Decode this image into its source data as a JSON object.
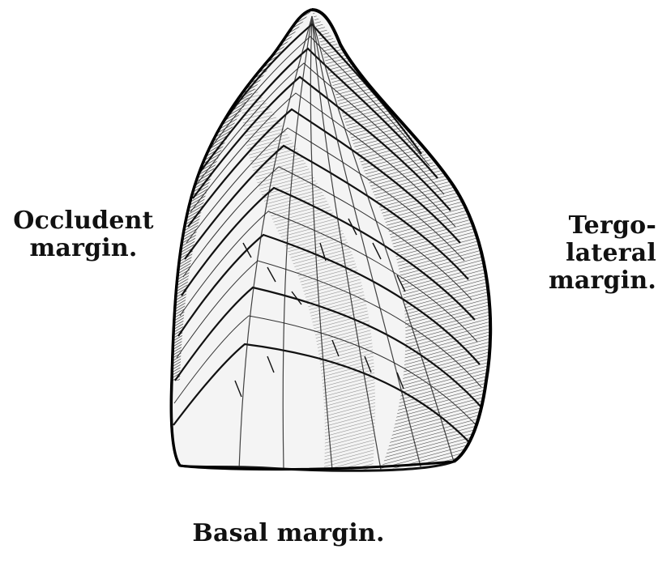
{
  "labels": {
    "occludent": [
      "Occludent",
      "margin."
    ],
    "tergolateral": [
      "Tergo-",
      "lateral",
      "margin."
    ],
    "basal": [
      "Basal margin."
    ]
  }
}
